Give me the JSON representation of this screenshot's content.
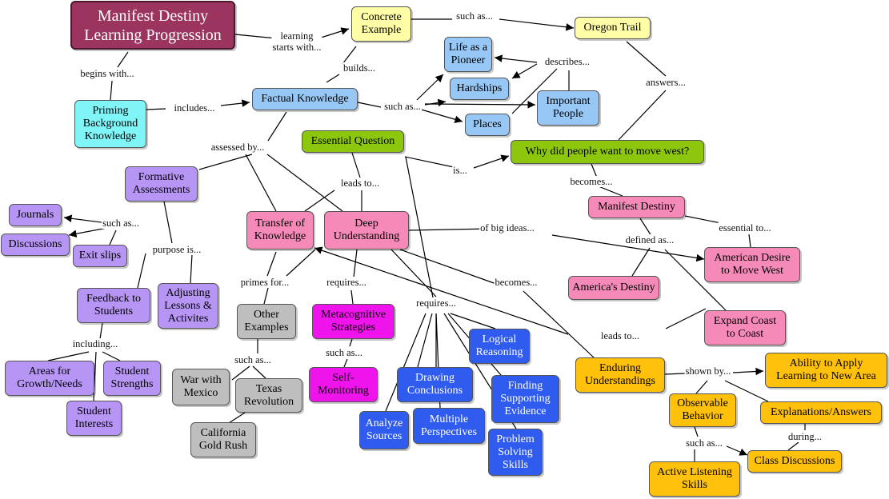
{
  "colors": {
    "title": "#9b3560",
    "cyan": "#80f5f8",
    "blue_light": "#97c8f5",
    "yellow_light": "#fffda6",
    "green": "#8cc70e",
    "pink": "#f58ab8",
    "purple": "#b795f4",
    "gray": "#bebebe",
    "magenta": "#ef13ec",
    "blue_dark": "#2f5cef",
    "orange": "#ffc10b",
    "line": "#000000"
  },
  "nodes": [
    {
      "id": "title",
      "text": "Manifest Destiny\nLearning Progression",
      "color": "title"
    },
    {
      "id": "concrete",
      "text": "Concrete\nExample",
      "color": "yellow_light"
    },
    {
      "id": "oregon",
      "text": "Oregon Trail",
      "color": "yellow_light"
    },
    {
      "id": "pioneer",
      "text": "Life as a\nPioneer",
      "color": "blue_light"
    },
    {
      "id": "hardships",
      "text": "Hardships",
      "color": "blue_light"
    },
    {
      "id": "people",
      "text": "Important\nPeople",
      "color": "blue_light"
    },
    {
      "id": "places",
      "text": "Places",
      "color": "blue_light"
    },
    {
      "id": "factual",
      "text": "Factual Knowledge",
      "color": "blue_light"
    },
    {
      "id": "priming",
      "text": "Priming\nBackground\nKnowledge",
      "color": "cyan"
    },
    {
      "id": "essential",
      "text": "Essential Question",
      "color": "green"
    },
    {
      "id": "why",
      "text": "Why did people want to move west?",
      "color": "green"
    },
    {
      "id": "formative",
      "text": "Formative\nAssessments",
      "color": "purple"
    },
    {
      "id": "journals",
      "text": "Journals",
      "color": "purple"
    },
    {
      "id": "discussions",
      "text": "Discussions",
      "color": "purple"
    },
    {
      "id": "exitslips",
      "text": "Exit slips",
      "color": "purple"
    },
    {
      "id": "feedback",
      "text": "Feedback to\nStudents",
      "color": "purple"
    },
    {
      "id": "adjusting",
      "text": "Adjusting\nLessons & \nActivites",
      "color": "purple"
    },
    {
      "id": "areas",
      "text": "Areas for\nGrowth/Needs",
      "color": "purple"
    },
    {
      "id": "strengths",
      "text": "Student\nStrengths",
      "color": "purple"
    },
    {
      "id": "interests",
      "text": "Student\nInterests",
      "color": "purple"
    },
    {
      "id": "transfer",
      "text": "Transfer of\nKnowledge",
      "color": "pink"
    },
    {
      "id": "deep",
      "text": "Deep\nUnderstanding",
      "color": "pink"
    },
    {
      "id": "manifest",
      "text": "Manifest Destiny",
      "color": "pink"
    },
    {
      "id": "american",
      "text": "American Desire\nto Move West",
      "color": "pink"
    },
    {
      "id": "americas",
      "text": "America's Destiny",
      "color": "pink"
    },
    {
      "id": "expand",
      "text": "Expand Coast\nto Coast",
      "color": "pink"
    },
    {
      "id": "other",
      "text": "Other\nExamples",
      "color": "gray"
    },
    {
      "id": "warmex",
      "text": "War with\nMexico",
      "color": "gray"
    },
    {
      "id": "texas",
      "text": "Texas\nRevolution",
      "color": "gray"
    },
    {
      "id": "gold",
      "text": "California\nGold Rush",
      "color": "gray"
    },
    {
      "id": "metacog",
      "text": "Metacognitive\nStrategies",
      "color": "magenta"
    },
    {
      "id": "selfmon",
      "text": "Self-\nMonitoring",
      "color": "magenta"
    },
    {
      "id": "logical",
      "text": "Logical\nReasoning",
      "color": "blue_dark"
    },
    {
      "id": "drawing",
      "text": "Drawing\nConclusions",
      "color": "blue_dark"
    },
    {
      "id": "finding",
      "text": "Finding\nSupporting\nEvidence",
      "color": "blue_dark"
    },
    {
      "id": "analyze",
      "text": "Analyze\nSources",
      "color": "blue_dark"
    },
    {
      "id": "multiple",
      "text": "Multiple\nPerspectives",
      "color": "blue_dark"
    },
    {
      "id": "problem",
      "text": "Problem\nSolving\nSkills",
      "color": "blue_dark"
    },
    {
      "id": "enduring",
      "text": "Enduring\nUnderstandings",
      "color": "orange"
    },
    {
      "id": "ability",
      "text": "Ability to Apply\nLearning to New Area",
      "color": "orange"
    },
    {
      "id": "observable",
      "text": "Observable\nBehavior",
      "color": "orange"
    },
    {
      "id": "explanations",
      "text": "Explanations/Answers",
      "color": "orange"
    },
    {
      "id": "classdisc",
      "text": "Class Discussions",
      "color": "orange"
    },
    {
      "id": "listening",
      "text": "Active Listening\nSkills",
      "color": "orange"
    }
  ],
  "link_labels": [
    {
      "id": "lbl-learning-starts",
      "text": "learning\nstarts with..."
    },
    {
      "id": "lbl-such-as-oregon",
      "text": "such as..."
    },
    {
      "id": "lbl-builds",
      "text": "builds..."
    },
    {
      "id": "lbl-describes",
      "text": "describes..."
    },
    {
      "id": "lbl-answers",
      "text": "answers..."
    },
    {
      "id": "lbl-begins-with",
      "text": "begins with..."
    },
    {
      "id": "lbl-includes",
      "text": "includes..."
    },
    {
      "id": "lbl-such-as-facts",
      "text": "such as..."
    },
    {
      "id": "lbl-assessed-by",
      "text": "assessed by..."
    },
    {
      "id": "lbl-is",
      "text": "is..."
    },
    {
      "id": "lbl-leads-to-eq",
      "text": "leads to..."
    },
    {
      "id": "lbl-becomes-md",
      "text": "becomes..."
    },
    {
      "id": "lbl-such-as-assess",
      "text": "such as..."
    },
    {
      "id": "lbl-purpose-is",
      "text": "purpose is..."
    },
    {
      "id": "lbl-of-big-ideas",
      "text": "of big ideas..."
    },
    {
      "id": "lbl-essential-to",
      "text": "essential to..."
    },
    {
      "id": "lbl-defined-as",
      "text": "defined as..."
    },
    {
      "id": "lbl-primes-for",
      "text": "primes for..."
    },
    {
      "id": "lbl-requires-meta",
      "text": "requires..."
    },
    {
      "id": "lbl-becomes-eu",
      "text": "becomes..."
    },
    {
      "id": "lbl-requires-skills",
      "text": "requires..."
    },
    {
      "id": "lbl-leads-to-transfer",
      "text": "leads to..."
    },
    {
      "id": "lbl-including",
      "text": "including..."
    },
    {
      "id": "lbl-such-as-meta",
      "text": "such as..."
    },
    {
      "id": "lbl-such-as-other",
      "text": "such as..."
    },
    {
      "id": "lbl-shown-by",
      "text": "shown by..."
    },
    {
      "id": "lbl-during",
      "text": "during..."
    },
    {
      "id": "lbl-such-as-obs",
      "text": "such as..."
    }
  ]
}
